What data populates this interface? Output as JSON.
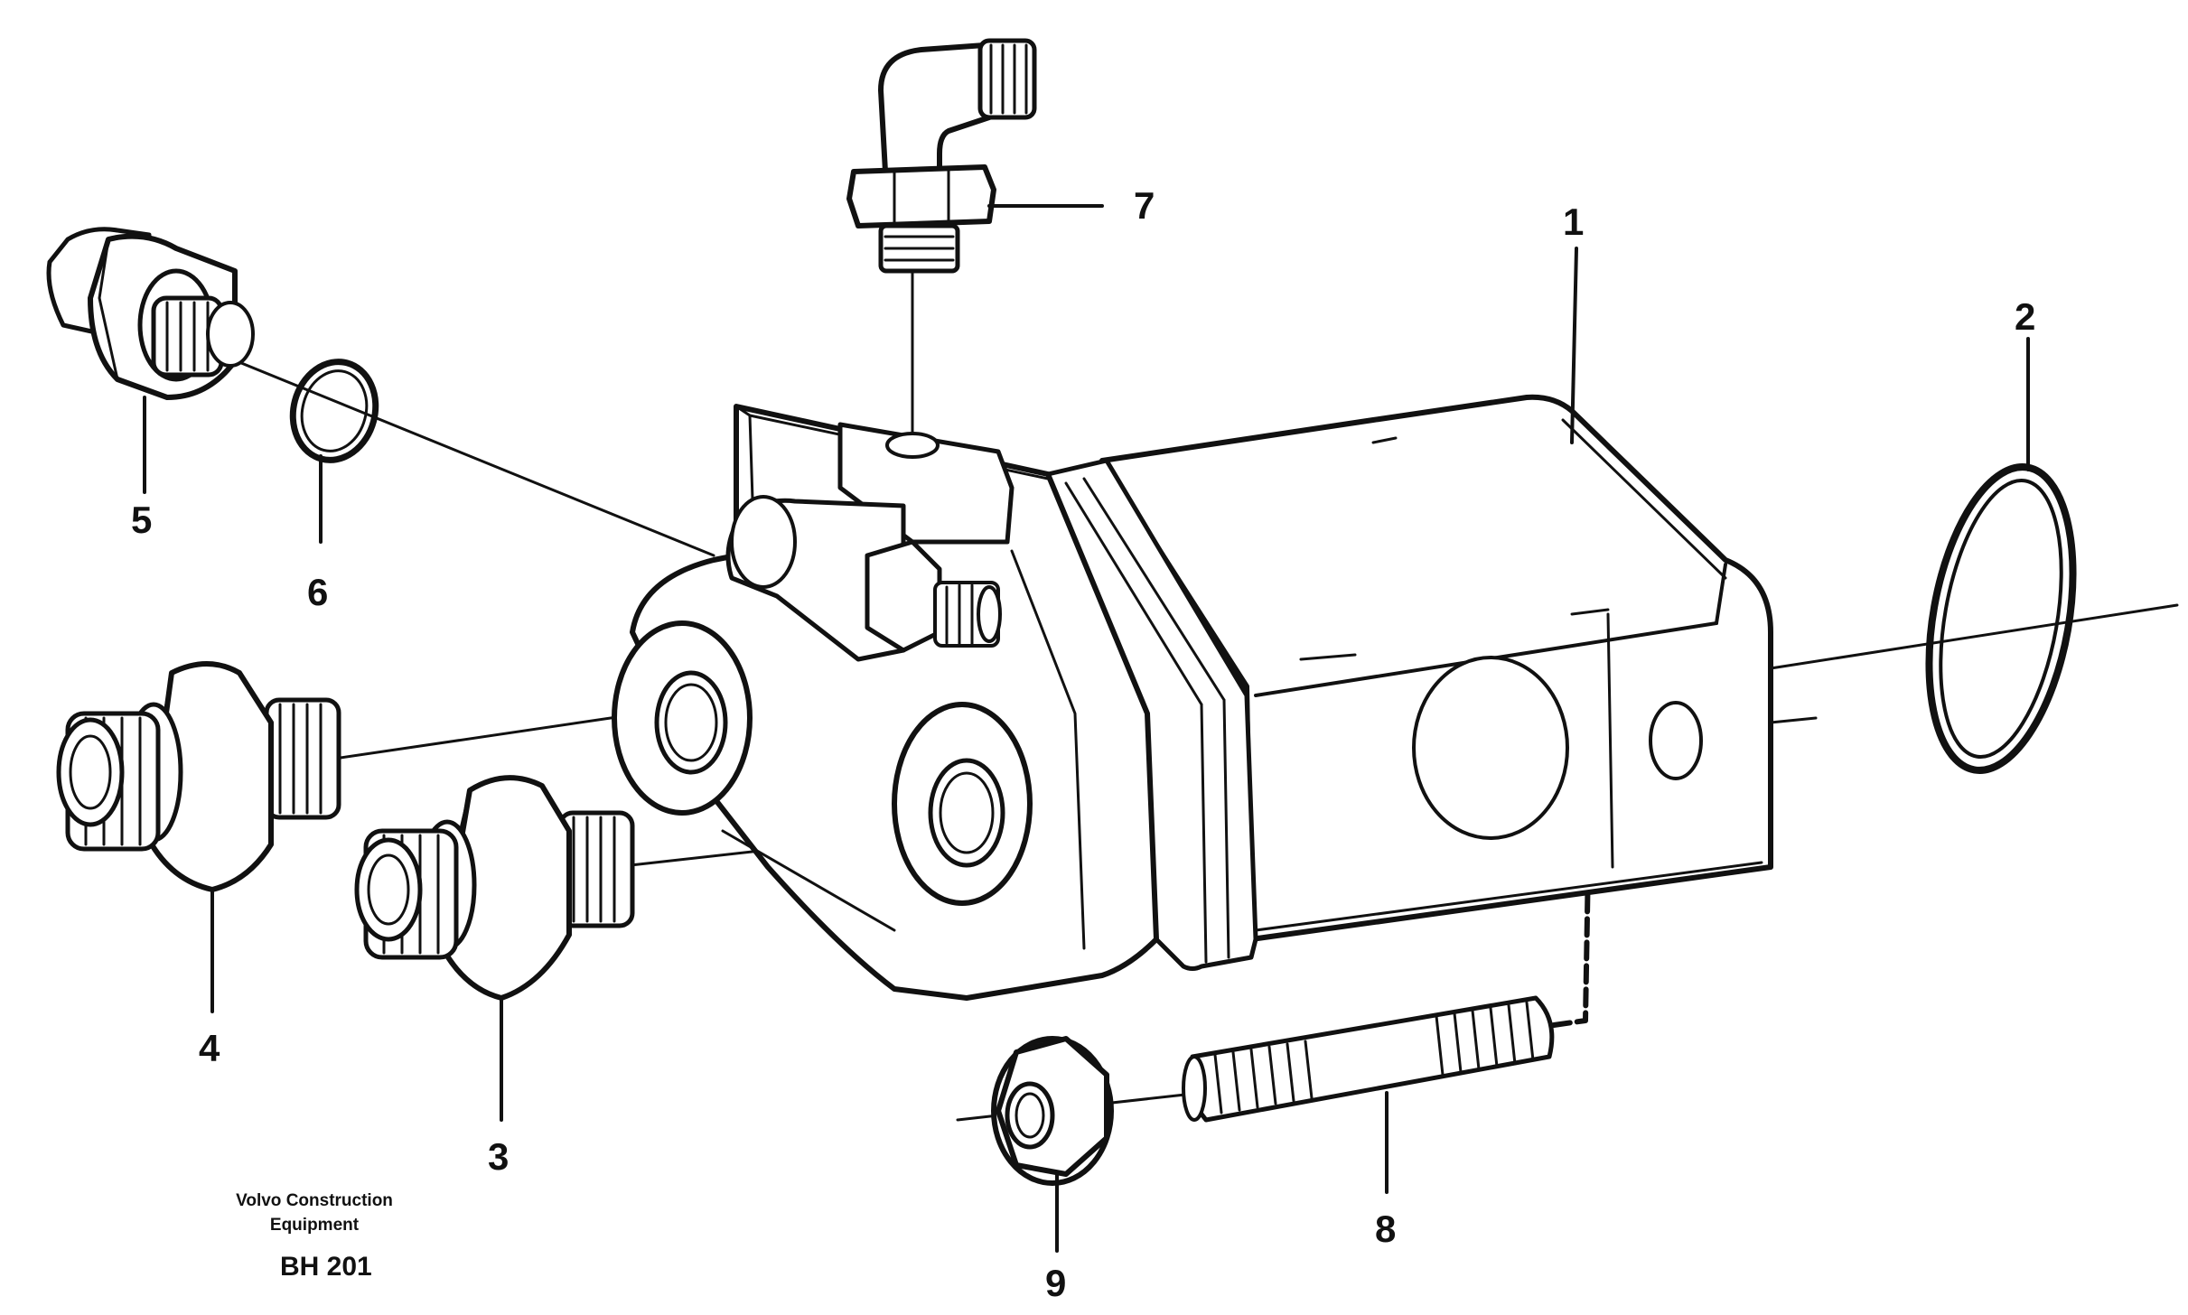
{
  "diagram": {
    "callouts": [
      {
        "id": "1",
        "label": "1"
      },
      {
        "id": "2",
        "label": "2"
      },
      {
        "id": "3",
        "label": "3"
      },
      {
        "id": "4",
        "label": "4"
      },
      {
        "id": "5",
        "label": "5"
      },
      {
        "id": "6",
        "label": "6"
      },
      {
        "id": "7",
        "label": "7"
      },
      {
        "id": "8",
        "label": "8"
      },
      {
        "id": "9",
        "label": "9"
      }
    ],
    "footer": {
      "brand_line1": "Volvo Construction",
      "brand_line2": "Equipment",
      "drawing_code": "BH 201"
    }
  }
}
